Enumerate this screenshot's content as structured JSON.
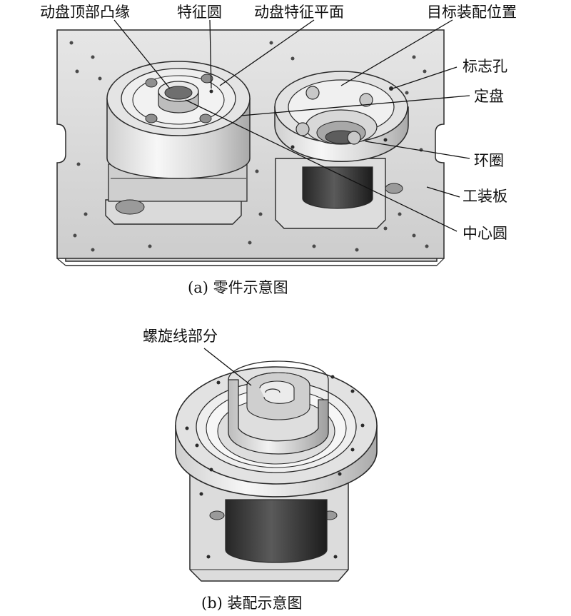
{
  "labels": {
    "top_flange": "动盘顶部凸缘",
    "feature_circle": "特征圆",
    "feature_plane": "动盘特征平面",
    "target_position": "目标装配位置",
    "marker_hole": "标志孔",
    "fixed_disk": "定盘",
    "ring": "环圈",
    "fixture_plate": "工装板",
    "center_circle": "中心圆",
    "spiral_part": "螺旋线部分"
  },
  "captions": {
    "a": "(a) 零件示意图",
    "b": "(b) 装配示意图"
  },
  "colors": {
    "plate": "#dcdcdc",
    "outline": "#2a2a2a",
    "dark_cylinder": "#3c3c3c",
    "light_metal": "#e8e8e8"
  }
}
